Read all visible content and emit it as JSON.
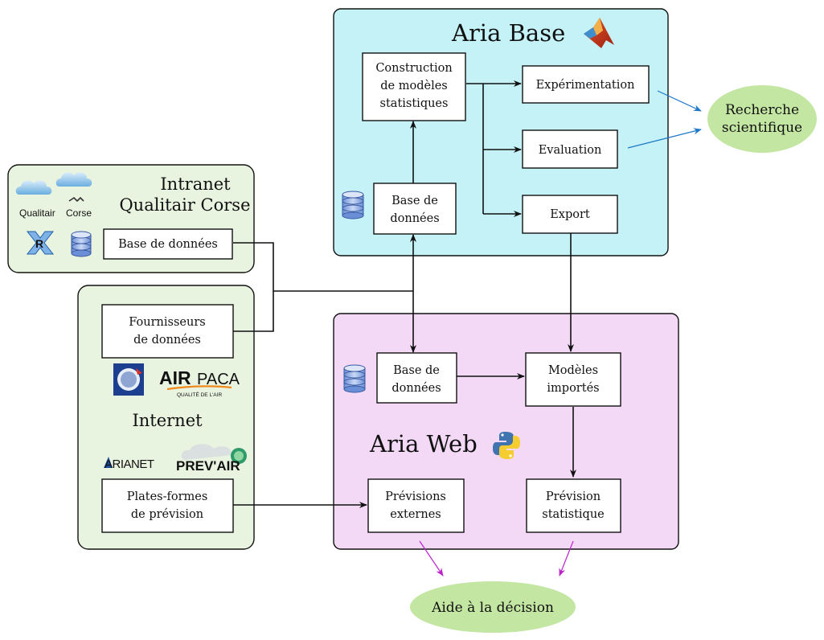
{
  "colors": {
    "aria_base_fill": "#c4f2f7",
    "aria_web_fill": "#f4d9f7",
    "intranet_fill": "#e8f3e0",
    "internet_fill": "#e8f3e0",
    "box_fill": "#ffffff",
    "oval_fill": "#c3e6a3",
    "stroke": "#111111",
    "blue_arrow": "#1f78c8",
    "magenta_arrow": "#bb22cc",
    "airpaca_blue": "#2a8fd0",
    "airpaca_orange": "#f08a1c",
    "prevair_blue": "#1e4d9c"
  },
  "aria_base": {
    "title": "Aria Base",
    "logo_icon": "matlab-icon",
    "construction": [
      "Construction",
      "de modèles",
      "statistiques"
    ],
    "experimentation": "Expérimentation",
    "evaluation": "Evaluation",
    "export": "Export",
    "database": [
      "Base de",
      "données"
    ],
    "database_icon": "database-icon"
  },
  "aria_web": {
    "title": "Aria Web",
    "logo_icon": "python-icon",
    "database": [
      "Base de",
      "données"
    ],
    "database_icon": "database-icon",
    "imported_models": [
      "Modèles",
      "importés"
    ],
    "external_forecasts": [
      "Prévisions",
      "externes"
    ],
    "statistical_forecast": [
      "Prévision",
      "statistique"
    ]
  },
  "intranet": {
    "title": [
      "Intranet",
      "Qualitair Corse"
    ],
    "logo_text_1": "Qualitair",
    "logo_text_2": "Corse",
    "r_icon": "r-language-icon",
    "database_icon": "database-icon",
    "database": "Base de données"
  },
  "internet": {
    "title": "Internet",
    "data_providers": [
      "Fournisseurs",
      "de données"
    ],
    "airpaca_logo": [
      "AIR",
      "PACA",
      "QUALITÉ DE L'AIR"
    ],
    "forecast_platforms": [
      "Plates-formes",
      "de prévision"
    ],
    "arianet_logo": "ARIANET",
    "prevair_logo": "PREV'AIR",
    "provider_logo_icon": "globe-logo-icon"
  },
  "outputs": {
    "research": [
      "Recherche",
      "scientifique"
    ],
    "decision": "Aide à la décision"
  }
}
